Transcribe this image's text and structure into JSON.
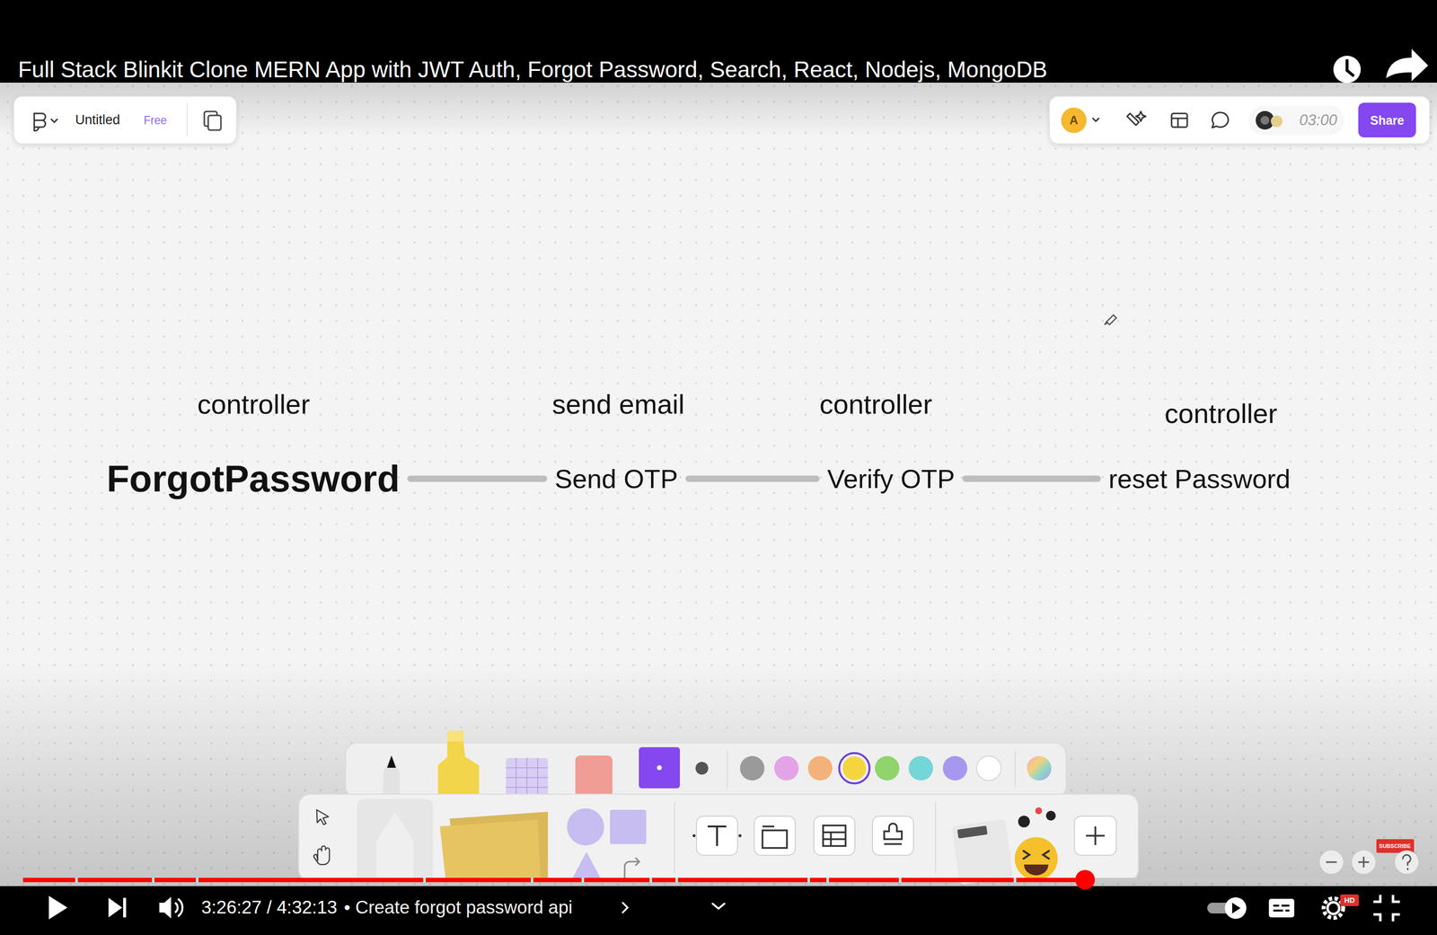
{
  "diagram": {
    "title": "Full Stack Blinkit Clone MERN App with JWT Auth, Forgot Password, Search, React, Nodejs, MongoDB",
    "nodes": [
      {
        "text": [
          "controller",
          "ForgotPassword"
        ]
      },
      {
        "text": [
          "send email",
          "Send OTP"
        ]
      },
      {
        "text": [
          "controller",
          "Verify OTP"
        ]
      },
      {
        "text": [
          "controller",
          "reset Password"
        ]
      }
    ],
    "edges": [
      {
        "from": 0,
        "to": 1,
        "arrow": "none"
      },
      {
        "from": 1,
        "to": 2,
        "arrow": "none"
      },
      {
        "from": 2,
        "to": 3,
        "arrow": "none"
      }
    ],
    "labels": [
      "Untitled",
      "Free",
      "A",
      "03:00",
      "Share",
      "SUBSCRIBE",
      "3:26:27 / 4:32:13",
      "• Create forgot password api",
      "HD"
    ]
  }
}
